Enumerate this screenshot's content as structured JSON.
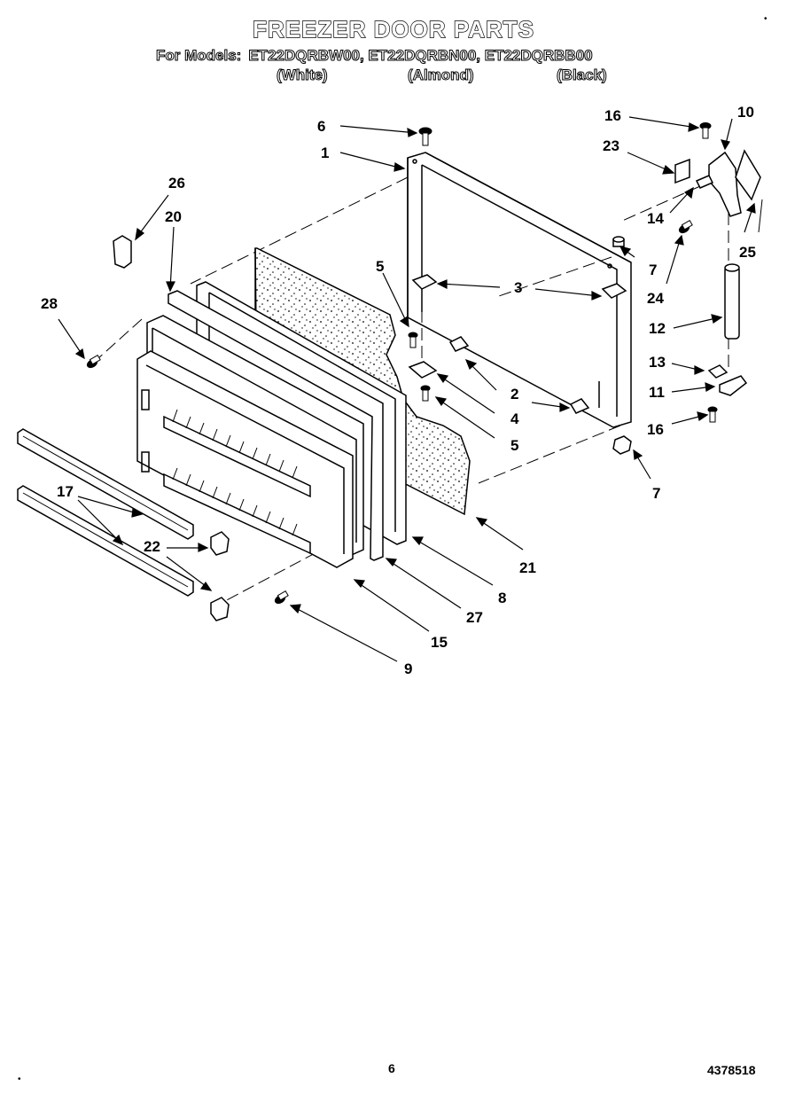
{
  "title": "FREEZER DOOR PARTS",
  "models_label": "For Models:",
  "models": "ET22DQRBW00, ET22DQRBN00, ET22DQRBB00",
  "colors": [
    "(White)",
    "(Almond)",
    "(Black)"
  ],
  "part_numbers": [
    "1",
    "2",
    "3",
    "3",
    "4",
    "5",
    "5",
    "6",
    "7",
    "7",
    "8",
    "9",
    "10",
    "11",
    "12",
    "13",
    "14",
    "15",
    "16",
    "16",
    "17",
    "20",
    "21",
    "22",
    "23",
    "24",
    "25",
    "26",
    "27",
    "28"
  ],
  "page_number": "6",
  "document_number": "4378518",
  "line_color": "#000000",
  "fill_color": "#ffffff",
  "stipple_color": "#000000"
}
